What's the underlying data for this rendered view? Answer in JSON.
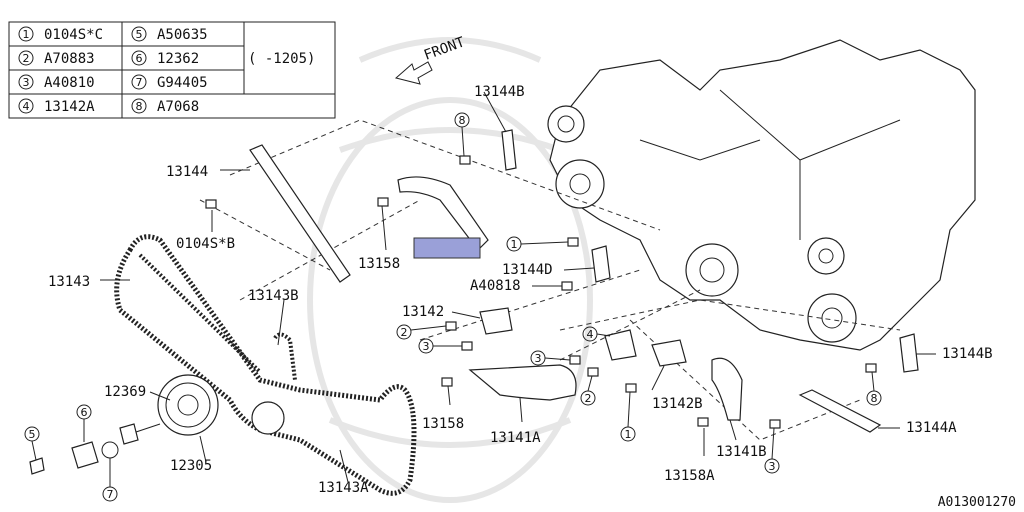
{
  "legend_table": {
    "rows": [
      {
        "left_num": "1",
        "left_code": "0104S*C",
        "right_num": "5",
        "right_code": "A50635"
      },
      {
        "left_num": "2",
        "left_code": "A70883",
        "right_num": "6",
        "right_code": "12362"
      },
      {
        "left_num": "3",
        "left_code": "A40810",
        "right_num": "7",
        "right_code": "G94405"
      },
      {
        "left_num": "4",
        "left_code": "13142A",
        "right_num": "8",
        "right_code": "A7068"
      }
    ],
    "date_note": "( -1205)"
  },
  "front_label": "FRONT",
  "part_labels": {
    "p13144": "13144",
    "p13144B_top": "13144B",
    "p0104SB": "0104S*B",
    "p13143": "13143",
    "p13158_upper": "13158",
    "p13144D": "13144D",
    "pA40818": "A40818",
    "p13143B": "13143B",
    "p13142": "13142",
    "p12369": "12369",
    "p13144B_right": "13144B",
    "p13158_lower": "13158",
    "p13141A": "13141A",
    "p13142B": "13142B",
    "p13144A": "13144A",
    "p12305": "12305",
    "p13141B": "13141B",
    "p13158A": "13158A",
    "p13143A": "13143A"
  },
  "callouts": {
    "c8_top": "8",
    "c1_mid": "1",
    "c2_left": "2",
    "c3_left": "3",
    "c4": "4",
    "c3_mid": "3",
    "c2_mid": "2",
    "c1_low": "1",
    "c5": "5",
    "c6": "6",
    "c7": "7",
    "c8_right": "8",
    "c3_low": "3"
  },
  "figure_code": "A013001270",
  "colors": {
    "highlight": "#9aa0d8",
    "ink": "#222222"
  }
}
